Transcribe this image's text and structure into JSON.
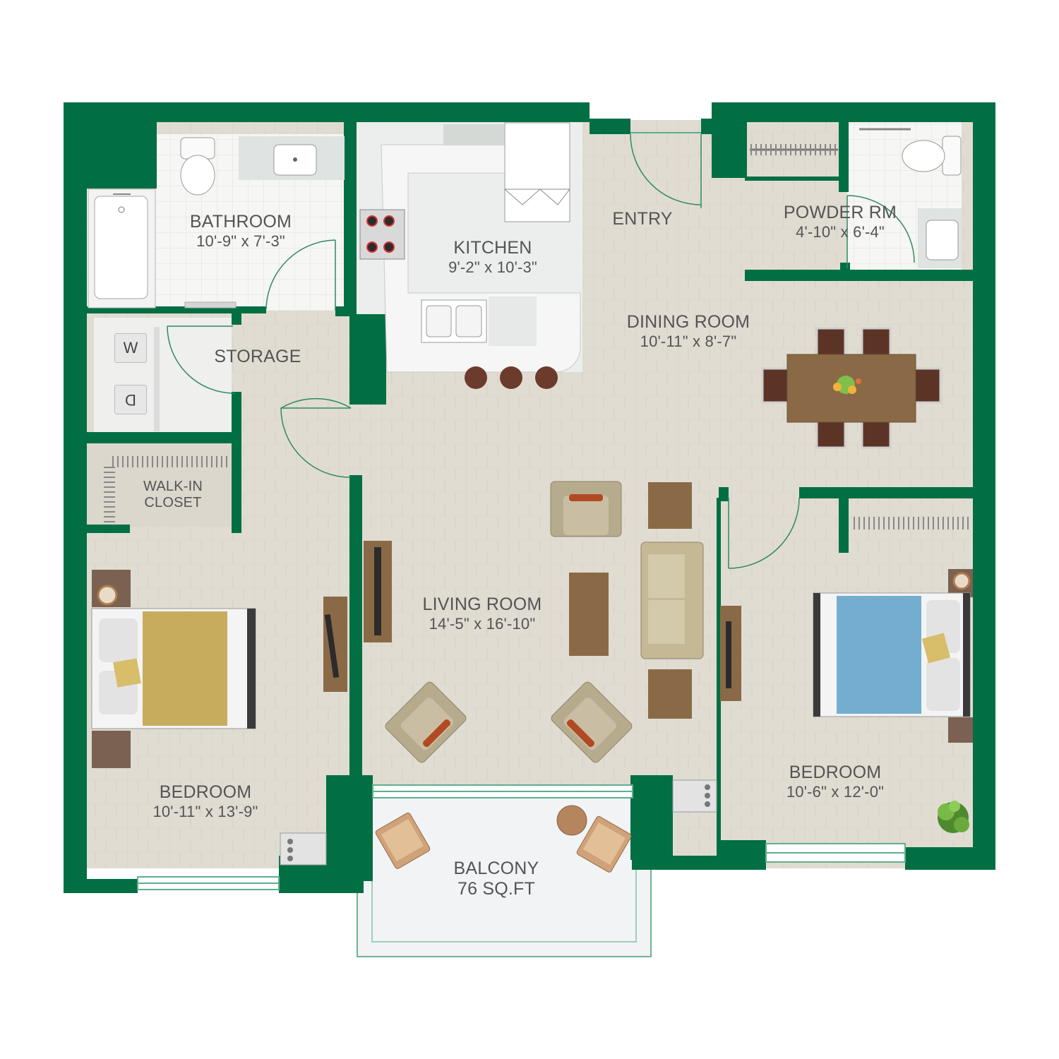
{
  "colors": {
    "wall": "#016f43",
    "floor": "#e0dcd2",
    "tile": "#f5f5f3",
    "balcony_floor": "#f1f2f3",
    "counter": "#f4f4f4",
    "glass_line": "#7dbfa3"
  },
  "rooms": {
    "bathroom": {
      "name": "BATHROOM",
      "dims": "10'-9\" x 7'-3\""
    },
    "kitchen": {
      "name": "KITCHEN",
      "dims": "9'-2\" x 10'-3\""
    },
    "entry": {
      "name": "ENTRY"
    },
    "powder_rm": {
      "name": "POWDER RM",
      "dims": "4'-10\" x 6'-4\""
    },
    "storage": {
      "name": "STORAGE"
    },
    "dining_room": {
      "name": "DINING ROOM",
      "dims": "10'-11\" x 8'-7\""
    },
    "walk_in_closet": {
      "name_line1": "WALK-IN",
      "name_line2": "CLOSET"
    },
    "living_room": {
      "name": "LIVING ROOM",
      "dims": "14'-5\" x 16'-10\""
    },
    "bedroom_left": {
      "name": "BEDROOM",
      "dims": "10'-11\" x 13'-9\""
    },
    "bedroom_right": {
      "name": "BEDROOM",
      "dims": "10'-6\" x 12'-0\""
    },
    "balcony": {
      "name": "BALCONY",
      "dims": "76 SQ.FT"
    }
  },
  "appliances": {
    "washer_label": "W",
    "dryer_label": "D"
  },
  "icons": {
    "bed": "bed-icon",
    "sofa": "sofa-icon",
    "armchair": "armchair-icon",
    "toilet": "toilet-icon",
    "sink": "sink-icon",
    "bathtub": "bathtub-icon",
    "stove": "stove-icon",
    "refrigerator": "refrigerator-icon",
    "plant": "plant-icon",
    "tv": "tv-icon"
  }
}
